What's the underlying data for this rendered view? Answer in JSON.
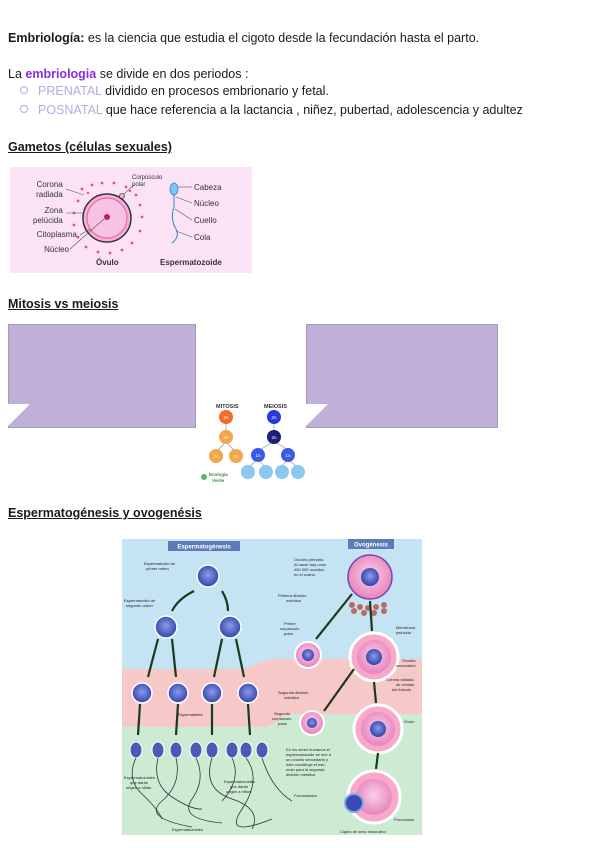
{
  "def": {
    "term": "Embriología:",
    "text": " es la ciencia que estudia el cigoto desde la fecundación hasta el parto."
  },
  "division": {
    "pre": "La ",
    "term": "embriologia",
    "post": " se divide en dos periodos :"
  },
  "periods": [
    {
      "name": "PRENATAL",
      "desc": " dividido en procesos embrionario y fetal."
    },
    {
      "name": "POSNATAL",
      "desc": " que hace referencia a la lactancia , niñez, pubertad, adolescencia y adultez"
    }
  ],
  "headings": {
    "gametos": "Gametos (células sexuales)",
    "mitosis": "Mitosis vs meiosis",
    "esperm": "Espermatogénesis y ovogenésis"
  },
  "gametos_fig": {
    "ovulo_labels": [
      "Corona",
      "radiada",
      "Zona",
      "pelúcida",
      "Citoplasma",
      "Núcleo"
    ],
    "polar": [
      "Corpúsculo",
      "polar"
    ],
    "esperma_labels": [
      "Cabeza",
      "Núcleo",
      "Cuello",
      "Cola"
    ],
    "ovulo_title": "Óvulo",
    "esperma_title": "Espermatozoide"
  },
  "mitosis_fig": {
    "mitosis": "MITOSIS",
    "meiosis": "MEIOSIS",
    "n2": "2n",
    "n1": "1n",
    "logo": [
      "Ecología",
      "Verde"
    ]
  },
  "esp_fig": {
    "espermatogenesis": "Espermatogénesis",
    "ovogenesis": "Ovogénesis",
    "primer_orden": [
      "Espermatocito de",
      "primer orden"
    ],
    "segundo_orden": [
      "Espermatocito de",
      "segundo orden"
    ],
    "espermatidas": "Espermátides",
    "espermatozoides_dan": [
      "Espermatozoides",
      "que darán",
      "origen a niñas"
    ],
    "espermatozoides_dan2": [
      "Espermatozoides",
      "que darán",
      "origen a niños"
    ],
    "espermatozoides": "Espermatozoides",
    "ovocito_primario": [
      "Ovocito primario.",
      "Al nacer hay unos",
      "400 000 ovocitos",
      "en el ovario."
    ],
    "primera_div": [
      "Primera división",
      "meiótica"
    ],
    "primer_corp": [
      "Primer",
      "corpúsculo",
      "polar"
    ],
    "membrana": [
      "Membrana",
      "pelúcida"
    ],
    "ovocito_sec": [
      "Ovocito",
      "secundario"
    ],
    "corona": [
      "Corona radiada",
      "de células",
      "del folículo"
    ],
    "segunda_div": [
      "Segunda división",
      "meiótica"
    ],
    "segundo_corp": [
      "Segundo",
      "corpúsculo",
      "polar"
    ],
    "ovulo": "Óvulo",
    "nota": [
      "En los seres humanos el",
      "espermatozoide se une a",
      "un ovocito secundario y",
      "éste constituye el estí-",
      "mulo para la segunda",
      "división meiótica"
    ],
    "fecundacion": "Fecundación",
    "pronucleos": "Pronúcleos",
    "cigoto": "Cigoto de sexo masculino"
  }
}
